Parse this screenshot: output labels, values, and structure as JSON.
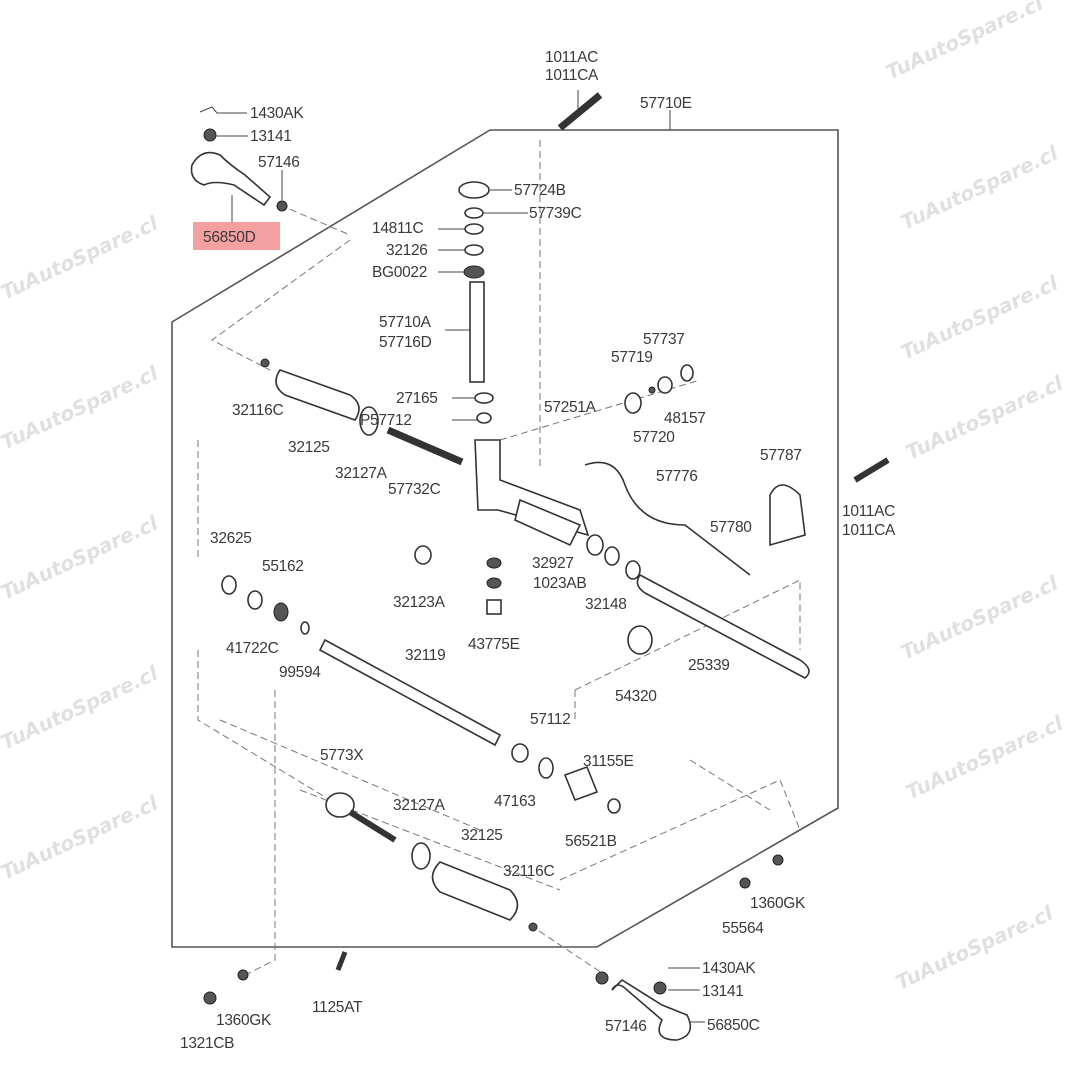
{
  "watermark": "TuAutoSpare.cl",
  "highlight_color": "#f4a0a0",
  "highlighted_part": "56850D",
  "labels": [
    "1011AC",
    "1011CA",
    "57710E",
    "1430AK",
    "13141",
    "57146",
    "56850D",
    "57724B",
    "57739C",
    "14811C",
    "32126",
    "BG0022",
    "57710A",
    "57716D",
    "32116C",
    "32125",
    "27165",
    "P57712",
    "32127A",
    "57732C",
    "57251A",
    "57737",
    "57719",
    "48157",
    "57720",
    "57776",
    "57787",
    "1011AC",
    "1011CA",
    "57780",
    "32625",
    "55162",
    "32927",
    "1023AB",
    "32148",
    "32123A",
    "41722C",
    "99594",
    "43775E",
    "32119",
    "25339",
    "54320",
    "57112",
    "5773X",
    "31155E",
    "47163",
    "32127A",
    "56521B",
    "32125",
    "32116C",
    "1360GK",
    "55564",
    "1430AK",
    "13141",
    "57146",
    "56850C",
    "1125AT",
    "1360GK",
    "1321CB"
  ]
}
